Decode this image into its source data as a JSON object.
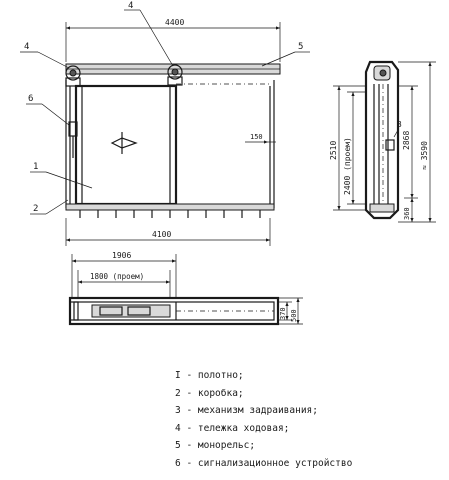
{
  "elevation": {
    "dim_top": "4400",
    "dim_bottom": "4100",
    "dim_offset": "150",
    "callouts": [
      "4",
      "4",
      "5",
      "6",
      "1",
      "2"
    ]
  },
  "plan": {
    "dim_outer": "1906",
    "dim_opening": "1800 (проем)",
    "dim_depth_a": "370",
    "dim_depth_b": "500"
  },
  "section": {
    "dim_a": "2510",
    "dim_b": "2400 (проем)",
    "dim_c": "2868",
    "dim_total": "≈ 3590",
    "dim_bottom": "360",
    "callout": "3"
  },
  "legend": [
    "I - полотно;",
    "2 - коробка;",
    "3 - механизм задраивания;",
    "4 - тележка ходовая;",
    "5 - монорельс;",
    "6 - сигнализационное устройство"
  ]
}
